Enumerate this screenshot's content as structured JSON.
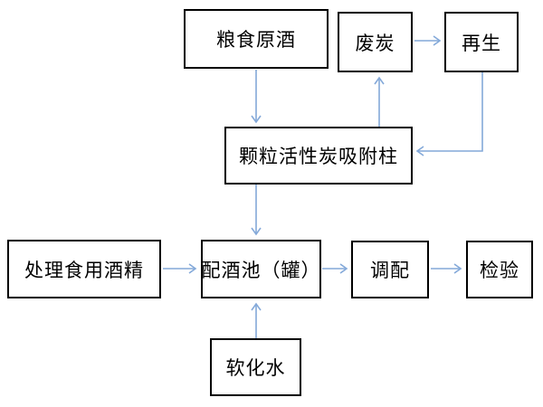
{
  "diagram": {
    "type": "flowchart",
    "nodes": [
      {
        "id": "grain-raw-liquor",
        "label": "粮食原酒"
      },
      {
        "id": "waste-carbon",
        "label": "废炭"
      },
      {
        "id": "regeneration",
        "label": "再生"
      },
      {
        "id": "carbon-column",
        "label": "颗粒活性炭吸附柱"
      },
      {
        "id": "treated-alcohol",
        "label": "处理食用酒精"
      },
      {
        "id": "blending-tank",
        "label": "配酒池（罐）"
      },
      {
        "id": "blending",
        "label": "调配"
      },
      {
        "id": "inspection",
        "label": "检验"
      },
      {
        "id": "softened-water",
        "label": "软化水"
      }
    ],
    "edges": [
      {
        "from": "粮食原酒",
        "to": "颗粒活性炭吸附柱",
        "direction": "down"
      },
      {
        "from": "颗粒活性炭吸附柱",
        "to": "废炭",
        "direction": "up"
      },
      {
        "from": "废炭",
        "to": "再生",
        "direction": "right"
      },
      {
        "from": "再生",
        "to": "颗粒活性炭吸附柱",
        "direction": "down-then-left"
      },
      {
        "from": "处理食用酒精",
        "to": "配酒池（罐）",
        "direction": "right"
      },
      {
        "from": "颗粒活性炭吸附柱",
        "to": "配酒池（罐）",
        "direction": "down"
      },
      {
        "from": "软化水",
        "to": "配酒池（罐）",
        "direction": "up"
      },
      {
        "from": "配酒池（罐）",
        "to": "调配",
        "direction": "right"
      },
      {
        "from": "调配",
        "to": "检验",
        "direction": "right"
      }
    ],
    "colors": {
      "arrow": "#84a9d9",
      "box_border": "#000000",
      "box_background": "#ffffff",
      "text": "#000000",
      "page_background": "#ffffff"
    }
  }
}
